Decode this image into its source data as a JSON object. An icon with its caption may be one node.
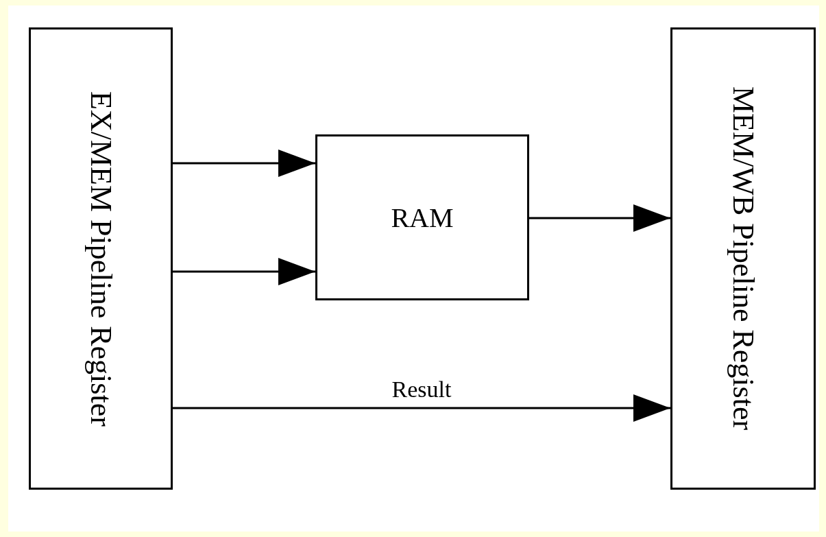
{
  "diagram": {
    "nodes": [
      {
        "text": [
          "EX/MEM Pipeline Register"
        ]
      },
      {
        "text": [
          "RAM"
        ]
      },
      {
        "text": [
          "MEM/WB Pipeline Register"
        ]
      }
    ],
    "edges": [
      {
        "from": 0,
        "to": 1,
        "arrow": "to"
      },
      {
        "from": 0,
        "to": 1,
        "arrow": "to"
      },
      {
        "from": 1,
        "to": 2,
        "arrow": "to"
      },
      {
        "from": 0,
        "to": 2,
        "arrow": "to",
        "label": "Result"
      }
    ]
  }
}
